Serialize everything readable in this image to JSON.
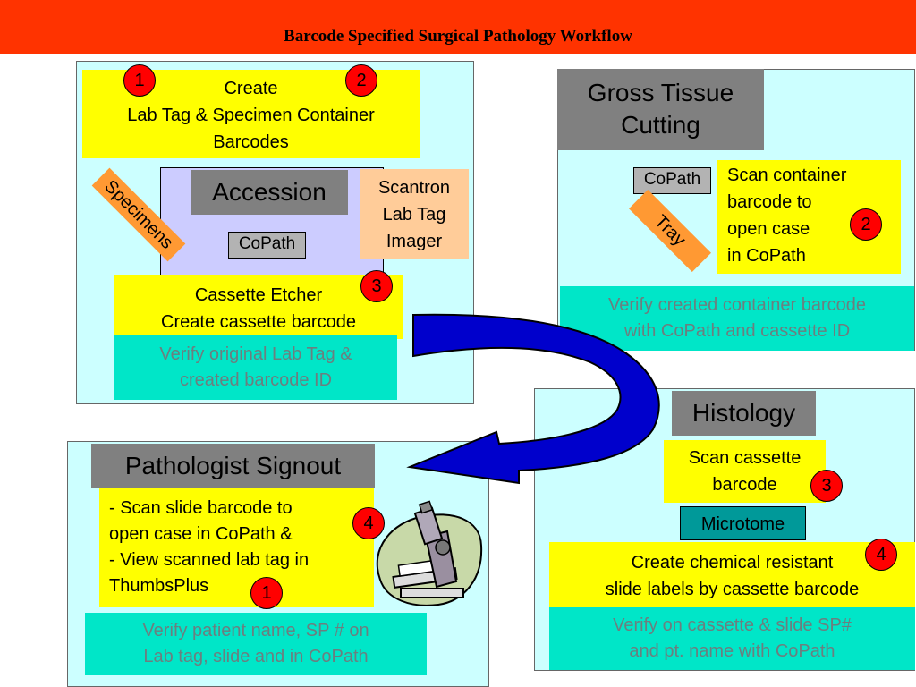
{
  "title": "Barcode Specified Surgical Pathology Workflow",
  "accession_panel": {
    "create_lines": [
      "Create",
      "Lab Tag & Specimen Container",
      "Barcodes"
    ],
    "badge_1": "1",
    "badge_2": "2",
    "heading": "Accession",
    "copath": "CoPath",
    "specimens_tag": "Specimens",
    "scantron_lines": [
      "Scantron",
      "Lab Tag",
      "Imager"
    ],
    "etcher_lines": [
      "Cassette Etcher",
      "Create cassette barcode"
    ],
    "badge_3": "3",
    "verify_lines": [
      "Verify original Lab Tag &",
      "created  barcode ID"
    ]
  },
  "gross_panel": {
    "heading_lines": [
      "Gross Tissue",
      "Cutting"
    ],
    "copath": "CoPath",
    "tray_tag": "Tray",
    "scan_lines": [
      "Scan container",
      "barcode to",
      "open case",
      "in CoPath"
    ],
    "badge_2": "2",
    "verify_lines": [
      "Verify created container barcode",
      "with CoPath and cassette ID"
    ]
  },
  "histology_panel": {
    "heading": "Histology",
    "scan_lines": [
      "Scan cassette",
      "barcode"
    ],
    "badge_3": "3",
    "microtome": "Microtome",
    "create_lines": [
      "Create chemical resistant",
      "slide labels by cassette barcode"
    ],
    "badge_4": "4",
    "verify_lines": [
      "Verify on cassette & slide SP#",
      "and pt. name with CoPath"
    ]
  },
  "signout_panel": {
    "heading": "Pathologist Signout",
    "scan_lines": [
      "- Scan slide barcode to",
      "open case in CoPath &",
      "- View scanned lab tag in",
      "ThumbsPlus"
    ],
    "badge_4": "4",
    "badge_1": "1",
    "verify_lines": [
      "Verify patient name, SP # on",
      "Lab tag, slide and in CoPath"
    ]
  },
  "colors": {
    "title_bar": "#ff3300",
    "panel": "#ccffff",
    "note": "#ffff00",
    "heading": "#808080",
    "verify": "#00e6c8",
    "badge": "#ff0000",
    "tag": "#ff9933",
    "accession_box": "#ccccff",
    "scantron": "#ffcc99",
    "microtome": "#009999",
    "arrow": "#0000cc"
  },
  "icons": [
    "curved-arrow-icon",
    "microscope-icon"
  ]
}
